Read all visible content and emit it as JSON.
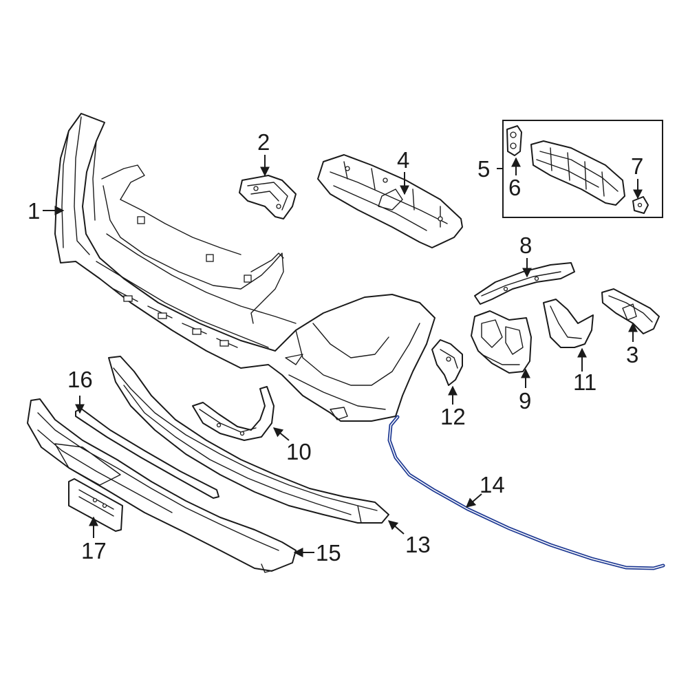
{
  "diagram": {
    "highlight_color": "#1f3a93",
    "line_color": "#1a1a1a",
    "background": "#ffffff",
    "callouts": {
      "c1": "1",
      "c2": "2",
      "c3": "3",
      "c4": "4",
      "c5": "5",
      "c6": "6",
      "c7": "7",
      "c8": "8",
      "c9": "9",
      "c10": "10",
      "c11": "11",
      "c12": "12",
      "c13": "13",
      "c14": "14",
      "c15": "15",
      "c16": "16",
      "c17": "17"
    }
  }
}
